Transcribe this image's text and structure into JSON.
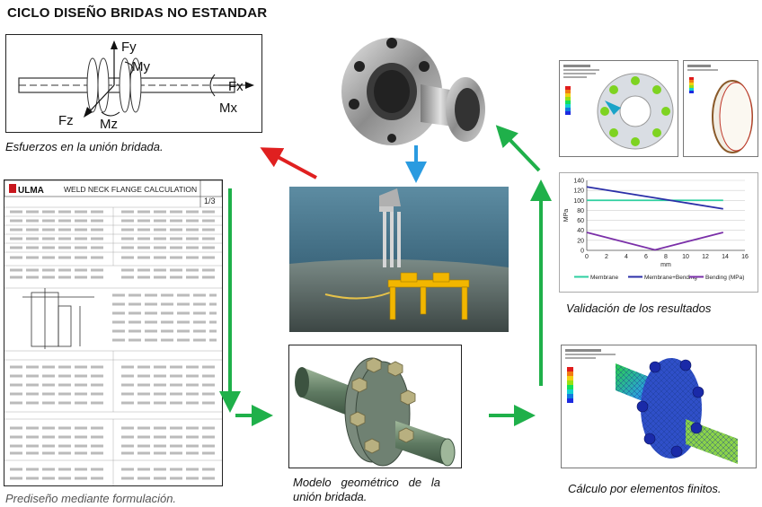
{
  "title": "CICLO DISEÑO BRIDAS NO ESTANDAR",
  "captions": {
    "forces": "Esfuerzos en la unión bridada.",
    "predesign": "Prediseño mediante formulación.",
    "geometric_line1": "Modelo   geométrico   de   la",
    "geometric_line2": "unión bridada.",
    "fem": "Cálculo por elementos finitos.",
    "validation": "Validación de los resultados"
  },
  "force_labels": {
    "fy": "Fy",
    "my": "My",
    "fx": "Fx",
    "mx": "Mx",
    "fz": "Fz",
    "mz": "Mz"
  },
  "calc_sheet": {
    "logo": "ULMA",
    "heading": "WELD NECK FLANGE CALCULATION",
    "page": "1/3"
  },
  "chart_data": {
    "type": "line",
    "xlabel": "mm",
    "ylabel": "MPa",
    "xlim": [
      0,
      16
    ],
    "ylim": [
      0,
      140
    ],
    "xticks": [
      0,
      2,
      4,
      6,
      8,
      10,
      12,
      14,
      16
    ],
    "yticks": [
      0,
      20,
      40,
      60,
      80,
      100,
      120,
      140
    ],
    "grid": true,
    "legend_position": "bottom",
    "series": [
      {
        "name": "Membrane",
        "color": "#2ecfa0",
        "x": [
          0,
          13.8
        ],
        "y": [
          100,
          100
        ]
      },
      {
        "name": "Membrane+Bending",
        "color": "#2b2fa8",
        "x": [
          0,
          6.9,
          13.8
        ],
        "y": [
          127,
          105,
          83
        ]
      },
      {
        "name": "Bending (MPa)",
        "color": "#7a2fa8",
        "x": [
          0,
          6.9,
          13.8
        ],
        "y": [
          36,
          1,
          36
        ]
      }
    ]
  },
  "colors": {
    "arrow_red": "#e02020",
    "arrow_blue": "#2a9be0",
    "arrow_green": "#1fb04a"
  }
}
